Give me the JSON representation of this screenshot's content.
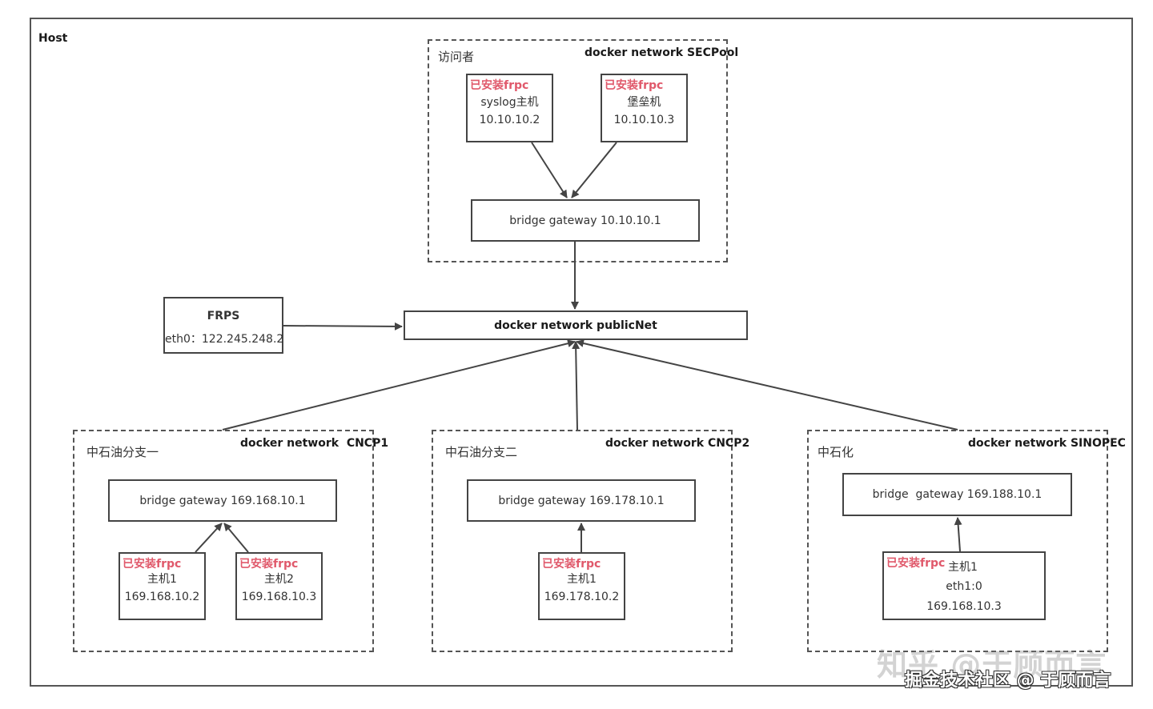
{
  "host": {
    "label": "Host"
  },
  "secpool": {
    "group_label": "访问者",
    "network_label": "docker network SECPool",
    "syslog": {
      "tag": "已安装frpc",
      "name": "syslog主机",
      "ip": "10.10.10.2"
    },
    "bastion": {
      "tag": "已安装frpc",
      "name": "堡垒机",
      "ip": "10.10.10.3"
    },
    "gateway": "bridge gateway 10.10.10.1"
  },
  "frps": {
    "title": "FRPS",
    "eth": "eth0：122.245.248.2"
  },
  "publicnet": {
    "label": "docker network publicNet"
  },
  "cncp1": {
    "group_label": "中石油分支一",
    "network_label": "docker network  CNCP1",
    "gateway": "bridge gateway 169.168.10.1",
    "host1": {
      "tag": "已安装frpc",
      "name": "主机1",
      "ip": "169.168.10.2"
    },
    "host2": {
      "tag": "已安装frpc",
      "name": "主机2",
      "ip": "169.168.10.3"
    }
  },
  "cncp2": {
    "group_label": "中石油分支二",
    "network_label": "docker network CNCP2",
    "gateway": "bridge gateway 169.178.10.1",
    "host1": {
      "tag": "已安装frpc",
      "name": "主机1",
      "ip": "169.178.10.2"
    }
  },
  "sinopec": {
    "group_label": "中石化",
    "network_label": "docker network SINOPEC",
    "gateway": "bridge  gateway 169.188.10.1",
    "host1": {
      "tag": "已安装frpc",
      "name": "主机1",
      "eth": "eth1:0",
      "ip": "169.168.10.3"
    }
  },
  "watermark": {
    "primary": "知乎 @于顾而言",
    "secondary": "掘金技术社区 @ 于顾而言"
  }
}
